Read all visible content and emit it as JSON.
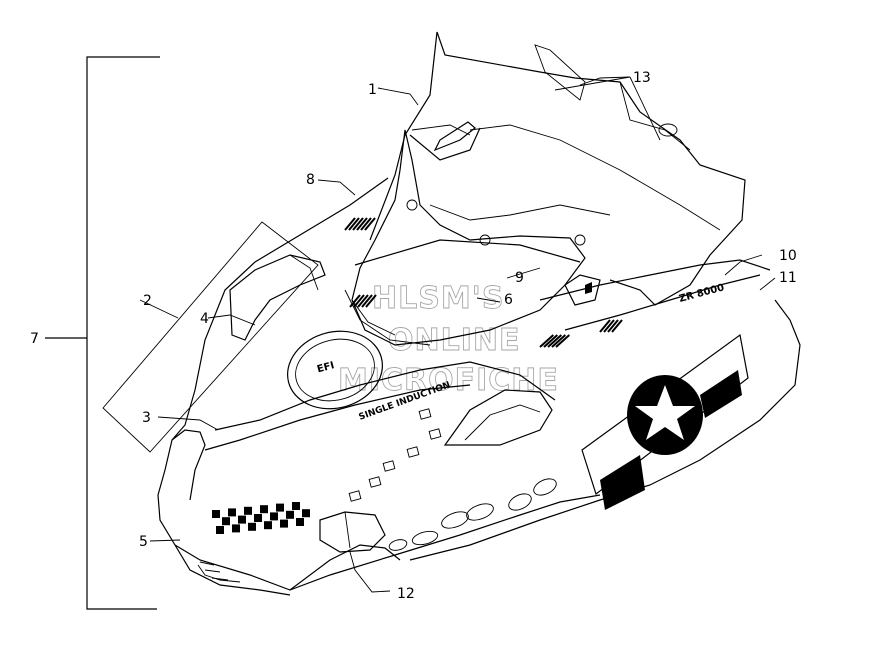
{
  "callouts": {
    "c1": "1",
    "c2": "2",
    "c3": "3",
    "c4": "4",
    "c5": "5",
    "c6": "6",
    "c7": "7",
    "c8": "8",
    "c9": "9",
    "c10": "10",
    "c11": "11",
    "c12": "12",
    "c13": "13"
  },
  "watermark": {
    "line1": "HLSM'S",
    "line2": "ONLINE",
    "line3": "MICROFICHE"
  },
  "decals": {
    "side_label": "ZR 8000",
    "hood_logo": "EFI",
    "hood_stripe": "SINGLE INDUCTION"
  }
}
